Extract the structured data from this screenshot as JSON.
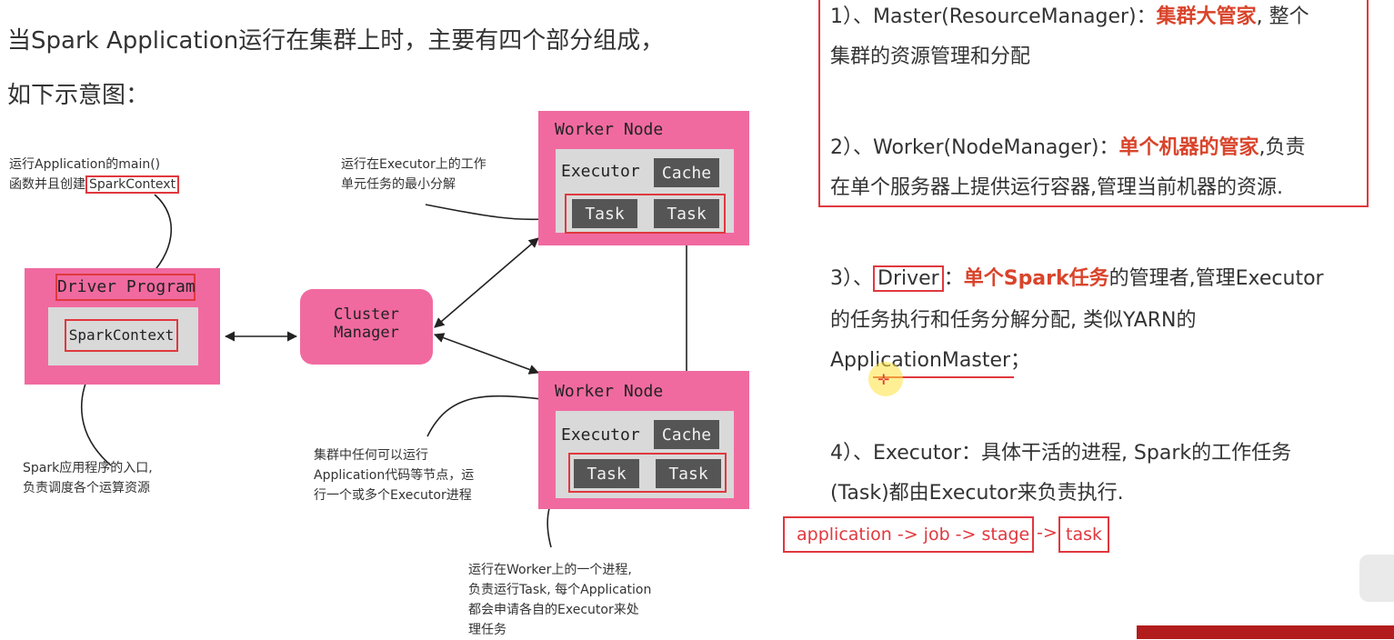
{
  "intro": {
    "line1": "当Spark Application运行在集群上时，主要有四个部分组成，",
    "line2": "如下示意图："
  },
  "diagram": {
    "notes": {
      "main_l1": "运行Application的main()",
      "main_l2a": "函数并且创建",
      "main_l2b": "SparkContext",
      "task_l1": "运行在Executor上的工作",
      "task_l2": "单元任务的最小分解",
      "entry_l1": "Spark应用程序的入口,",
      "entry_l2": "负责调度各个运算资源",
      "cluster_l1": "集群中任何可以运行",
      "cluster_l2": "Application代码等节点，运",
      "cluster_l3": "行一个或多个Executor进程",
      "exec_l1": "运行在Worker上的一个进程,",
      "exec_l2": "负责运行Task, 每个Application",
      "exec_l3": "都会申请各自的Executor来处",
      "exec_l4": "理任务"
    },
    "driver": {
      "title": "Driver  Program",
      "context": "SparkContext"
    },
    "cluster_manager": {
      "line1": "Cluster",
      "line2": "Manager"
    },
    "worker_top": {
      "title": "Worker Node",
      "executor": "Executor",
      "cache": "Cache",
      "task1": "Task",
      "task2": "Task"
    },
    "worker_bottom": {
      "title": "Worker Node",
      "executor": "Executor",
      "cache": "Cache",
      "task1": "Task",
      "task2": "Task"
    }
  },
  "right": {
    "item1": {
      "prefix": "1）、Master(ResourceManager)：",
      "highlight": "集群大管家",
      "suffix": ", 整个",
      "line2": "集群的资源管理和分配"
    },
    "item2": {
      "prefix": "2）、Worker(NodeManager)：",
      "highlight": "单个机器的管家",
      "suffix": ",负责",
      "line2": "在单个服务器上提供运行容器,管理当前机器的资源."
    },
    "item3": {
      "prefix": "3）、",
      "boxed": "Driver",
      "colon": "：",
      "highlight": "单个Spark任务",
      "suffix": "的管理者,管理Executor",
      "line2": "的任务执行和任务分解分配, 类似YARN的",
      "line3": "ApplicationMaster；"
    },
    "item4": {
      "line1": "4）、Executor：具体干活的进程, Spark的工作任务",
      "line2": "(Task)都由Executor来负责执行."
    },
    "flow": {
      "main": "application -> job -> stage",
      "arrow": "->",
      "task": "task"
    }
  },
  "colors": {
    "pink": "#f06aa0",
    "gray": "#d9d9d9",
    "dark": "#555555",
    "red": "#e0383e",
    "highlight": "#d9442b"
  }
}
